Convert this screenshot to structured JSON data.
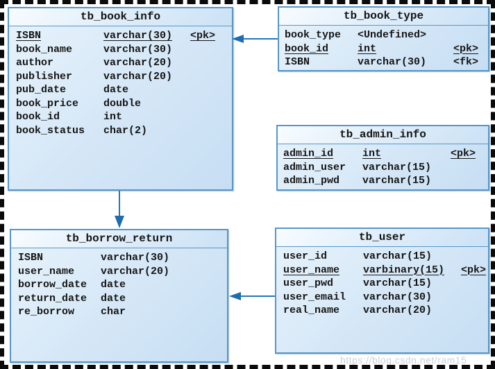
{
  "diagram": {
    "type": "physical-data-model",
    "colors": {
      "table_border": "#5796c8",
      "header_fill_top": "#f8fcff",
      "header_fill_bottom": "#cbe2f5",
      "body_fill_top": "#e6f2fb",
      "body_fill_bottom": "#c6def3",
      "arrow": "#1c6cae",
      "page_border": "#0b0b0b",
      "text": "#151515"
    }
  },
  "watermark": "https://blog.csdn.net/ram15",
  "tables": [
    {
      "title": "tb_book_info",
      "columns": [
        {
          "name": "ISBN",
          "type": "varchar(30)",
          "key": "<pk>"
        },
        {
          "name": "book_name",
          "type": "varchar(30)"
        },
        {
          "name": "author",
          "type": "varchar(20)"
        },
        {
          "name": "publisher",
          "type": "varchar(20)"
        },
        {
          "name": "pub_date",
          "type": "date"
        },
        {
          "name": "book_price",
          "type": "double"
        },
        {
          "name": "book_id",
          "type": "int"
        },
        {
          "name": "book_status",
          "type": "char(2)"
        }
      ]
    },
    {
      "title": "tb_book_type",
      "columns": [
        {
          "name": "book_type",
          "type": "<Undefined>"
        },
        {
          "name": "book_id",
          "type": "int",
          "key": "<pk>"
        },
        {
          "name": "ISBN",
          "type": "varchar(30)",
          "key": "<fk>"
        }
      ]
    },
    {
      "title": "tb_admin_info",
      "columns": [
        {
          "name": "admin_id",
          "type": "int",
          "key": "<pk>"
        },
        {
          "name": "admin_user",
          "type": "varchar(15)"
        },
        {
          "name": "admin_pwd",
          "type": "varchar(15)"
        }
      ]
    },
    {
      "title": "tb_borrow_return",
      "columns": [
        {
          "name": "ISBN",
          "type": "varchar(30)"
        },
        {
          "name": "user_name",
          "type": "varchar(20)"
        },
        {
          "name": "borrow_date",
          "type": "date"
        },
        {
          "name": "return_date",
          "type": "date"
        },
        {
          "name": "re_borrow",
          "type": "char"
        }
      ]
    },
    {
      "title": "tb_user",
      "columns": [
        {
          "name": "user_id",
          "type": "varchar(15)"
        },
        {
          "name": "user_name",
          "type": "varbinary(15)",
          "key": "<pk>"
        },
        {
          "name": "user_pwd",
          "type": "varchar(15)"
        },
        {
          "name": "user_email",
          "type": "varchar(30)"
        },
        {
          "name": "real_name",
          "type": "varchar(20)"
        }
      ]
    }
  ],
  "connectors": [
    {
      "from": "tb_book_type",
      "to": "tb_book_info",
      "arrow_points": "left"
    },
    {
      "from": "tb_book_info",
      "to": "tb_borrow_return",
      "arrow_points": "down"
    },
    {
      "from": "tb_user",
      "to": "tb_borrow_return",
      "arrow_points": "left"
    }
  ]
}
